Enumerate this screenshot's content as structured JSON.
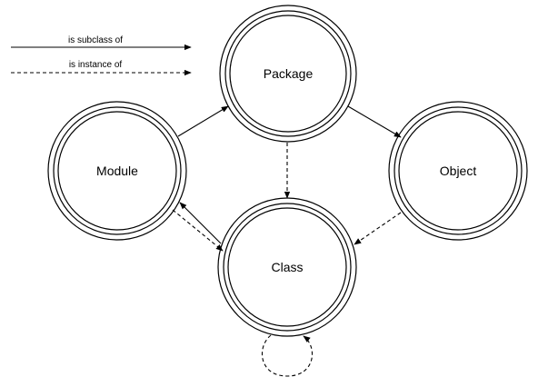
{
  "legend": {
    "subclass_label": "is subclass of",
    "instance_label": "is instance of"
  },
  "nodes": {
    "package": "Package",
    "module": "Module",
    "object": "Object",
    "class": "Class"
  },
  "colors": {
    "stroke": "#000000",
    "background": "#ffffff"
  }
}
